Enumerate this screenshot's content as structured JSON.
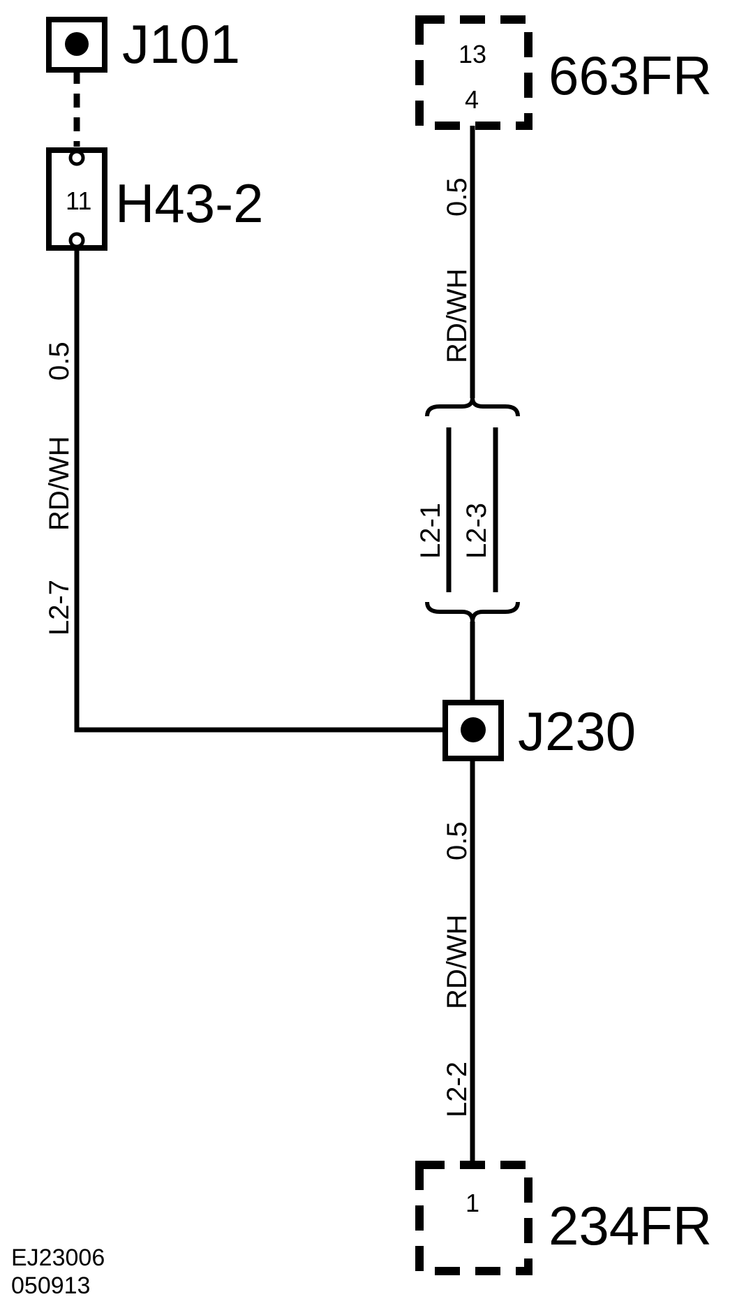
{
  "connectors": {
    "j101": {
      "label": "J101"
    },
    "h43_2": {
      "label": "H43-2",
      "pin": "11"
    },
    "c663fr": {
      "label": "663FR",
      "pin_top": "13",
      "pin_bottom": "4"
    },
    "j230": {
      "label": "J230"
    },
    "c234fr": {
      "label": "234FR",
      "pin": "1"
    }
  },
  "wires": {
    "left": {
      "size": "0.5",
      "color": "RD/WH",
      "circuit": "L2-7"
    },
    "top_right": {
      "size": "0.5",
      "color": "RD/WH"
    },
    "middle_left": {
      "circuit": "L2-1"
    },
    "middle_right": {
      "circuit": "L2-3"
    },
    "bottom_right": {
      "size": "0.5",
      "color": "RD/WH",
      "circuit": "L2-2"
    }
  },
  "footer": {
    "line1": "EJ23006",
    "line2": "050913"
  }
}
